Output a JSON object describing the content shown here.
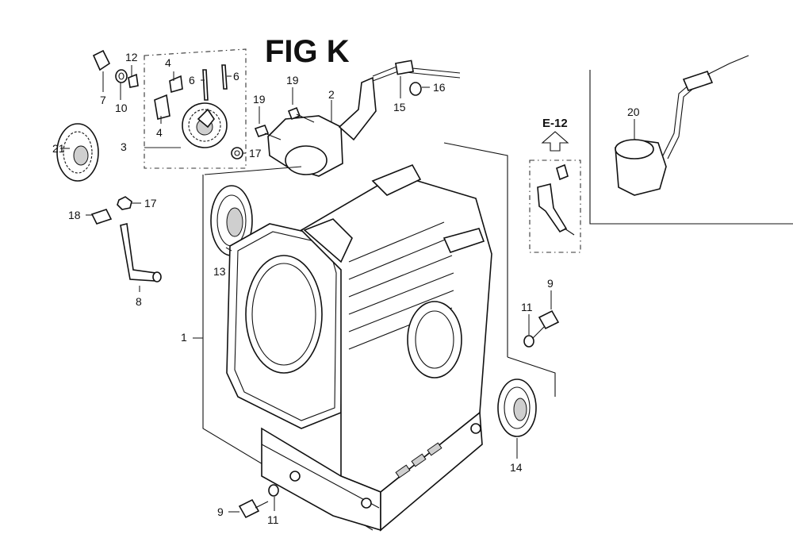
{
  "title": "FIG K",
  "reference": {
    "label": "E-12"
  },
  "callouts": [
    {
      "id": "c1",
      "text": "1"
    },
    {
      "id": "c2",
      "text": "2"
    },
    {
      "id": "c3",
      "text": "3"
    },
    {
      "id": "c4a",
      "text": "4"
    },
    {
      "id": "c4b",
      "text": "4"
    },
    {
      "id": "c6a",
      "text": "6"
    },
    {
      "id": "c6b",
      "text": "6"
    },
    {
      "id": "c7",
      "text": "7"
    },
    {
      "id": "c8",
      "text": "8"
    },
    {
      "id": "c9a",
      "text": "9"
    },
    {
      "id": "c9b",
      "text": "9"
    },
    {
      "id": "c10",
      "text": "10"
    },
    {
      "id": "c11a",
      "text": "11"
    },
    {
      "id": "c11b",
      "text": "11"
    },
    {
      "id": "c12",
      "text": "12"
    },
    {
      "id": "c13",
      "text": "13"
    },
    {
      "id": "c14",
      "text": "14"
    },
    {
      "id": "c15",
      "text": "15"
    },
    {
      "id": "c16",
      "text": "16"
    },
    {
      "id": "c17a",
      "text": "17"
    },
    {
      "id": "c17b",
      "text": "17"
    },
    {
      "id": "c18",
      "text": "18"
    },
    {
      "id": "c19a",
      "text": "19"
    },
    {
      "id": "c19b",
      "text": "19"
    },
    {
      "id": "c20",
      "text": "20"
    },
    {
      "id": "c21",
      "text": "21"
    }
  ]
}
